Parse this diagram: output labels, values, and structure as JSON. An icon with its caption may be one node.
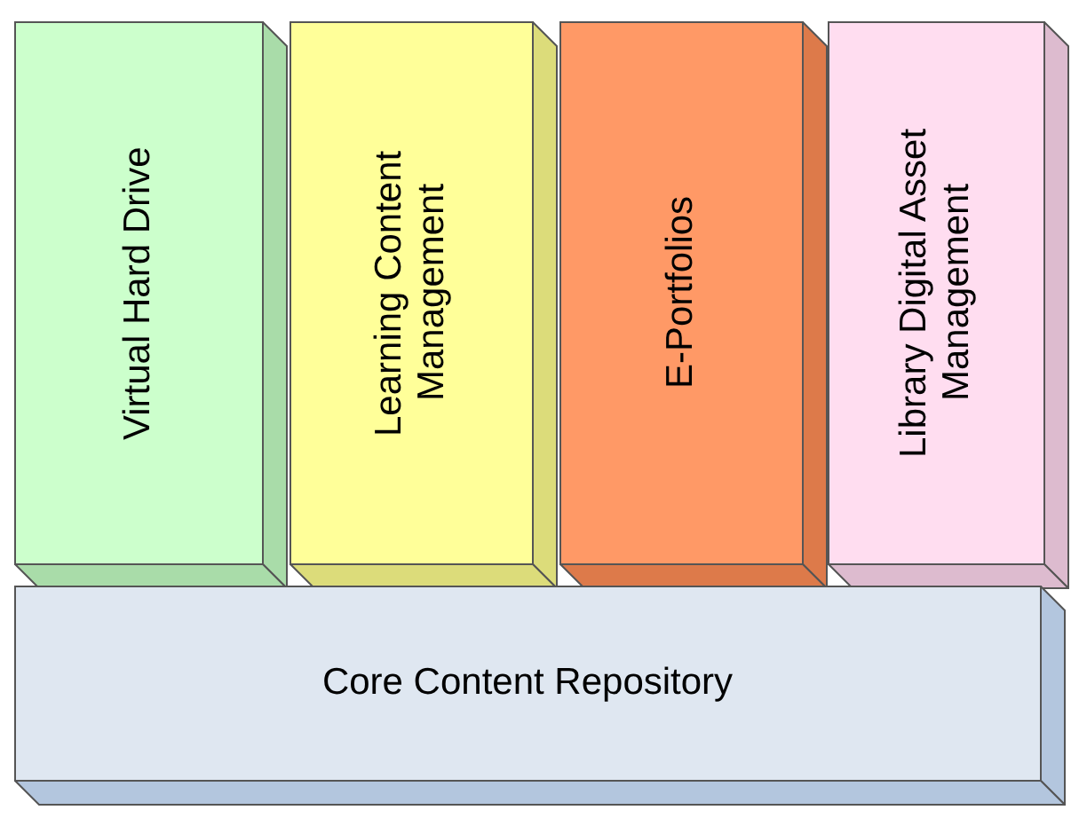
{
  "diagram": {
    "nodes": [
      {
        "text": [
          "Virtual Hard Drive"
        ]
      },
      {
        "text": [
          "Learning Content Management"
        ]
      },
      {
        "text": [
          "E-Portfolios"
        ]
      },
      {
        "text": [
          "Library Digital Asset Management"
        ]
      },
      {
        "text": [
          "Core Content Repository"
        ]
      }
    ]
  }
}
